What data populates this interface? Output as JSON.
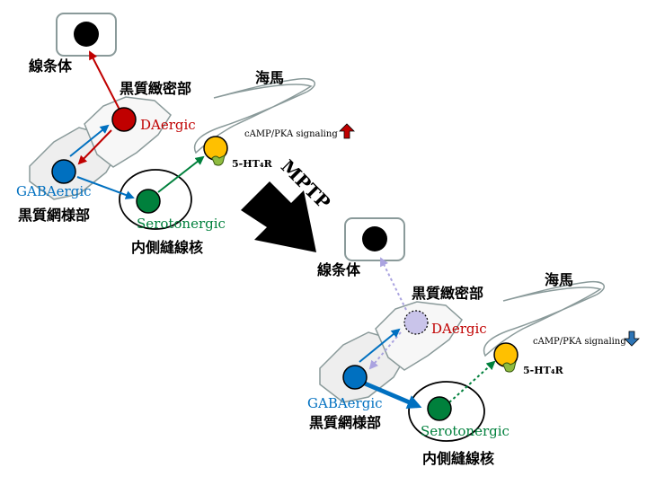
{
  "top": {
    "striatum": "線条体",
    "snc": "黒質緻密部",
    "hippocampus": "海馬",
    "da": "DAergic",
    "gaba": "GABAergic",
    "snr": "黒質網様部",
    "sero": "Serotonergic",
    "raphe": "内側縫線核",
    "camp": "cAMP/PKA signaling",
    "receptor": "5-HT₄R",
    "camp_trend": "up"
  },
  "transition": {
    "label": "MPTP"
  },
  "bottom": {
    "striatum": "線条体",
    "snc": "黒質緻密部",
    "hippocampus": "海馬",
    "da": "DAergic",
    "gaba": "GABAergic",
    "snr": "黒質網様部",
    "sero": "Serotonergic",
    "raphe": "内側縫線核",
    "camp": "cAMP/PKA signaling",
    "receptor": "5-HT₄R",
    "camp_trend": "down"
  },
  "colors": {
    "dopaminergic": "#c00000",
    "gabaergic": "#0070c0",
    "serotonergic": "#00803c",
    "hippocampal_neuron": "#ffc000",
    "receptor": "#8fbc3f",
    "up_arrow": "#c00000",
    "down_arrow": "#2e75b6",
    "lesioned_da": "#c9c4ea"
  }
}
